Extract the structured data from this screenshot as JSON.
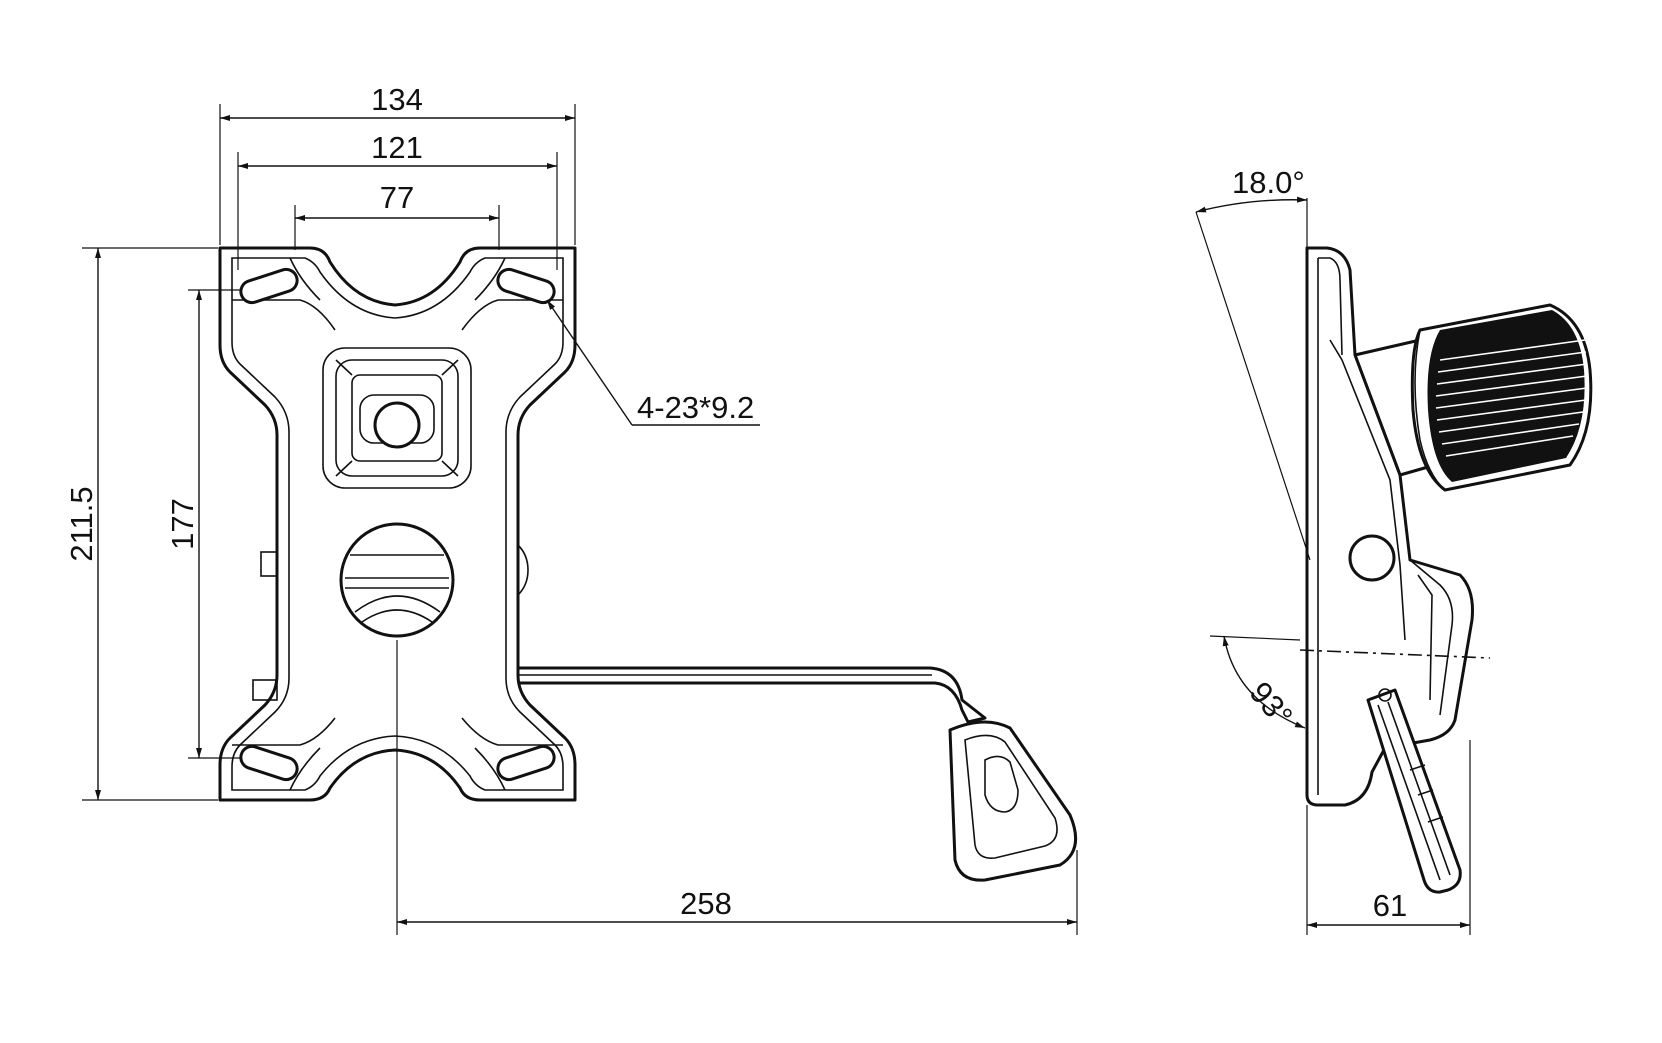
{
  "drawing": {
    "dimensions": {
      "top_width_outer": "134",
      "top_width_mid": "121",
      "top_width_slot": "77",
      "overall_height": "211.5",
      "hole_spacing_height": "177",
      "slot_callout": "4-23*9.2",
      "lever_length": "258",
      "side_angle_top": "18.0°",
      "side_angle_lever": "93°",
      "side_depth": "61"
    }
  }
}
